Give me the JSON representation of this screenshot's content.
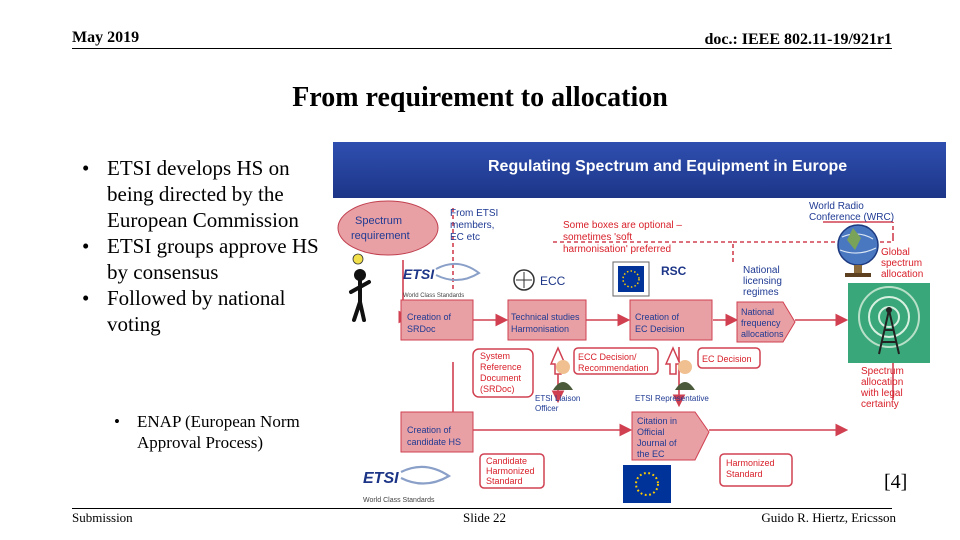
{
  "header": {
    "date": "May 2019",
    "doc": "doc.: IEEE 802.11-19/921r1"
  },
  "title": "From requirement to allocation",
  "bullets": [
    "ETSI develops HS on being directed by the European Commission",
    "ETSI groups approve HS by consensus",
    "Followed by national voting"
  ],
  "sub_bullets": [
    "ENAP (European Norm Approval Process)"
  ],
  "diagram": {
    "banner": "Regulating Spectrum and Equipment in Europe",
    "spectrum_requirement": [
      "Spectrum",
      "requirement"
    ],
    "from_etsi": [
      "From ETSI",
      "members,",
      "EC etc"
    ],
    "optional_note": [
      "Some boxes are optional –",
      "sometimes 'soft",
      "harmonisation' preferred"
    ],
    "wrc": [
      "World Radio",
      "Conference (WRC)"
    ],
    "global_alloc": [
      "Global",
      "spectrum",
      "allocation"
    ],
    "etsi_logo": "ETSI",
    "etsi_tagline": "World Class Standards",
    "ecc": "ECC",
    "rsc": "RSC",
    "national_licensing": [
      "National",
      "licensing",
      "regimes"
    ],
    "creation_srdoc": [
      "Creation of",
      "SRDoc"
    ],
    "technical_studies": [
      "Technical studies",
      "Harmonisation"
    ],
    "creation_ec_decision": [
      "Creation of",
      "EC Decision"
    ],
    "national_freq": [
      "National",
      "frequency",
      "allocations"
    ],
    "system_ref_doc": [
      "System",
      "Reference",
      "Document",
      "(SRDoc)"
    ],
    "ecc_decision": [
      "ECC Decision/",
      "Recommendation"
    ],
    "ec_decision": "EC Decision",
    "etsi_liaison": [
      "ETSI Liaison",
      "Officer"
    ],
    "etsi_representative": "ETSI Representative",
    "spectrum_alloc_legal": [
      "Spectrum",
      "allocation",
      "with legal",
      "certainty"
    ],
    "creation_candidate_hs": [
      "Creation of",
      "candidate HS"
    ],
    "citation_ojec": [
      "Citation in",
      "Official",
      "Journal of",
      "the EC"
    ],
    "candidate_hs": [
      "Candidate",
      "Harmonized",
      "Standard"
    ],
    "harmonized_standard": [
      "Harmonized",
      "Standard"
    ]
  },
  "reference": "[4]",
  "footer": {
    "left": "Submission",
    "middle": "Slide 22",
    "right": "Guido R. Hiertz, Ericsson"
  },
  "colors": {
    "banner": "#243f9a",
    "box_fill": "#e9a0a4",
    "box_stroke": "#d04050",
    "red_text": "#d8202a",
    "blue_text": "#1f3a93",
    "eu_blue": "#003399"
  }
}
